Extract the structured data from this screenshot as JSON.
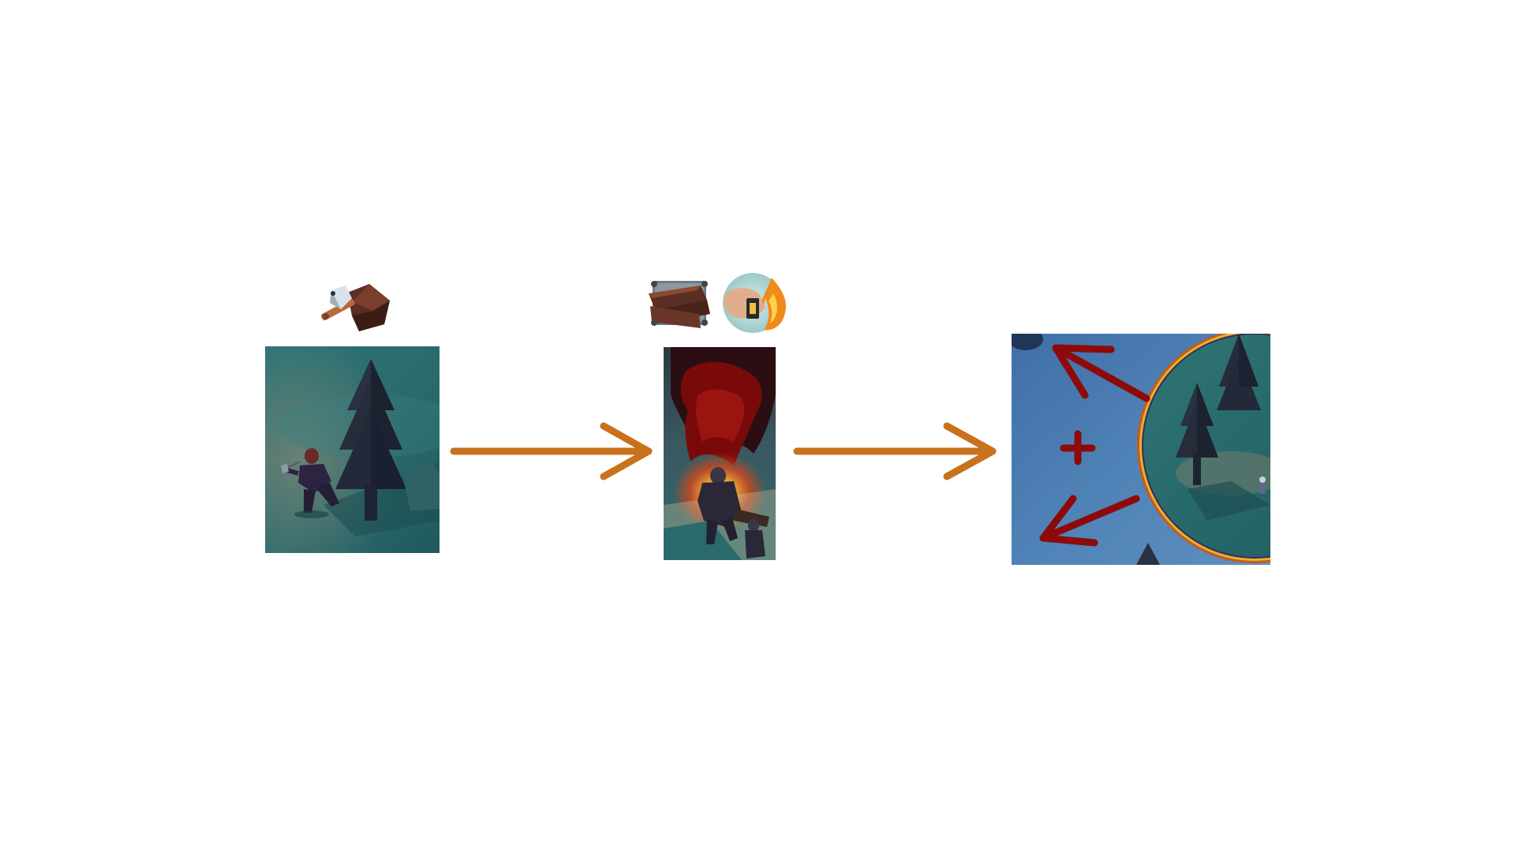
{
  "diagram": {
    "steps": [
      {
        "id": "chop-tree",
        "icons": [
          "axe-and-wood-icon"
        ],
        "scene": "character-chopping-tree-scene"
      },
      {
        "id": "burn-wood",
        "icons": [
          "wood-log-icon",
          "hand-fire-icon"
        ],
        "scene": "campfire-smoke-scene"
      },
      {
        "id": "expand-area",
        "icons": [],
        "scene": "expanding-clearing-scene",
        "annotation": "+"
      }
    ],
    "colors": {
      "flow_arrow": "#c8721c",
      "expand_arrow": "#8e0a0a",
      "teal_ground": "#2a6a6c",
      "sky_blue": "#4f82b6",
      "tree_dark": "#262c3a",
      "fire_red": "#7a0a0a",
      "fire_orange": "#f0a02a",
      "log_brown": "#5a2e22"
    }
  }
}
